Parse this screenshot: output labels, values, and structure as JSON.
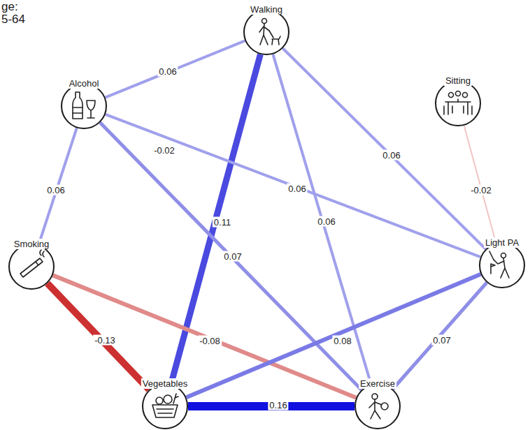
{
  "diagram": {
    "nodes": [
      {
        "text": [
          "Walking"
        ]
      },
      {
        "text": [
          "Alcohol"
        ]
      },
      {
        "text": [
          "Sitting"
        ]
      },
      {
        "text": [
          "Smoking"
        ]
      },
      {
        "text": [
          "Light PA"
        ]
      },
      {
        "text": [
          "Vegetables"
        ]
      },
      {
        "text": [
          "Exercise"
        ]
      }
    ],
    "edges": [
      {
        "from": 0,
        "to": 1,
        "arrow": "none",
        "label": "0.06"
      },
      {
        "from": 0,
        "to": 5,
        "arrow": "none",
        "label": "0.11"
      },
      {
        "from": 0,
        "to": 4,
        "arrow": "none",
        "label": "0.06"
      },
      {
        "from": 0,
        "to": 6,
        "arrow": "none",
        "label": "0.06"
      },
      {
        "from": 1,
        "to": 3,
        "arrow": "none",
        "label": "0.06"
      },
      {
        "from": 1,
        "to": 6,
        "arrow": "none",
        "label": "0.07"
      },
      {
        "from": 1,
        "to": 4,
        "arrow": "none",
        "label": "0.06"
      },
      {
        "from": 2,
        "to": 4,
        "arrow": "none",
        "label": "-0.02"
      },
      {
        "from": 3,
        "to": 5,
        "arrow": "none",
        "label": "-0.13"
      },
      {
        "from": 3,
        "to": 6,
        "arrow": "none",
        "label": "-0.08"
      },
      {
        "from": 4,
        "to": 5,
        "arrow": "none",
        "label": "0.08"
      },
      {
        "from": 4,
        "to": 6,
        "arrow": "none",
        "label": "0.07"
      },
      {
        "from": 5,
        "to": 6,
        "arrow": "none",
        "label": "0.16"
      }
    ],
    "labels": [
      "ge:",
      "5-64",
      "-0.02"
    ]
  }
}
